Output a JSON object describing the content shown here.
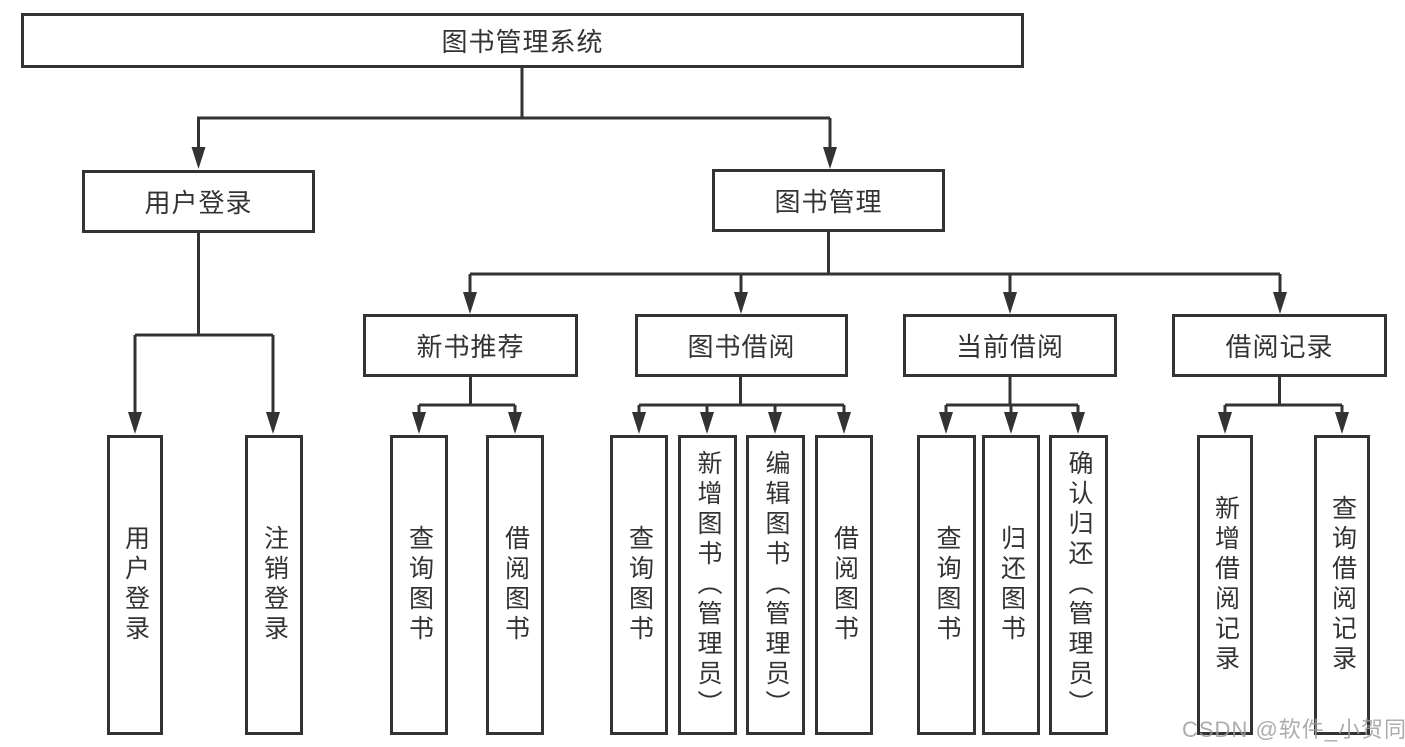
{
  "tree": {
    "root": {
      "label": "图书管理系统"
    },
    "branches": [
      {
        "label": "用户登录",
        "children": [
          {
            "label": "用户登录"
          },
          {
            "label": "注销登录"
          }
        ]
      },
      {
        "label": "图书管理",
        "groups": [
          {
            "label": "新书推荐",
            "children": [
              {
                "label": "查询图书"
              },
              {
                "label": "借阅图书"
              }
            ]
          },
          {
            "label": "图书借阅",
            "children": [
              {
                "label": "查询图书"
              },
              {
                "label": "新增图书（管理员）"
              },
              {
                "label": "编辑图书（管理员）"
              },
              {
                "label": "借阅图书"
              }
            ]
          },
          {
            "label": "当前借阅",
            "children": [
              {
                "label": "查询图书"
              },
              {
                "label": "归还图书"
              },
              {
                "label": "确认归还（管理员）"
              }
            ]
          },
          {
            "label": "借阅记录",
            "children": [
              {
                "label": "新增借阅记录"
              },
              {
                "label": "查询借阅记录"
              }
            ]
          }
        ]
      }
    ]
  },
  "watermark": {
    "text": "CSDN @软件_小贺同学"
  },
  "colors": {
    "line": "#333333",
    "box_border": "#333333",
    "box_fill": "#ffffff",
    "text": "#333333",
    "watermark": "#9e9e9e"
  }
}
